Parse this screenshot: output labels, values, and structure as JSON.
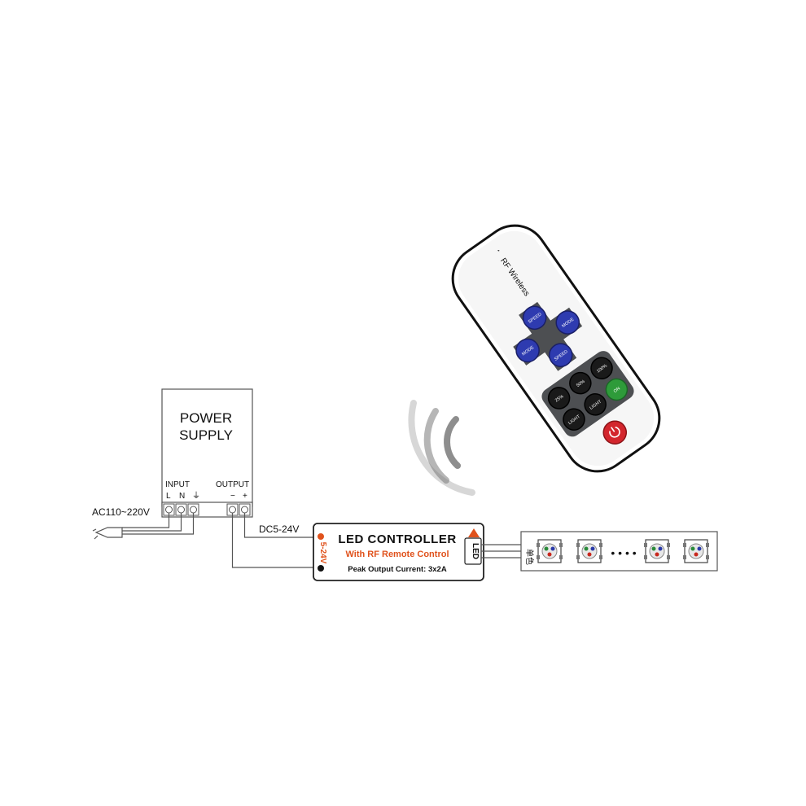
{
  "power_supply": {
    "title_line1": "POWER",
    "title_line2": "SUPPLY",
    "input_label": "INPUT",
    "output_label": "OUTPUT",
    "terminal_l": "L",
    "terminal_n": "N",
    "terminal_ground": "⏚",
    "terminal_minus": "−",
    "terminal_plus": "+"
  },
  "ac_label": "AC110~220V",
  "dc_label": "DC5-24V",
  "controller": {
    "title": "LED CONTROLLER",
    "subtitle": "With RF Remote Control",
    "peak": "Peak Output Current: 3x2A",
    "input_side_label": "5-24V",
    "output_side_label": "LED",
    "subtitle_color": "#e0521c"
  },
  "remote": {
    "brand": "RF Wireless",
    "buttons": {
      "speed_up": "SPEED",
      "mode_up": "MODE",
      "mode_down": "MODE",
      "speed_down": "SPEED",
      "pct25": "25%",
      "pct50": "50%",
      "pct100": "100%",
      "light_up": "LIGHT",
      "light_down": "LIGHT",
      "on": "ON"
    }
  },
  "led_strip": {
    "ellipsis": "• • • •",
    "wire_labels": [
      "单色"
    ]
  }
}
